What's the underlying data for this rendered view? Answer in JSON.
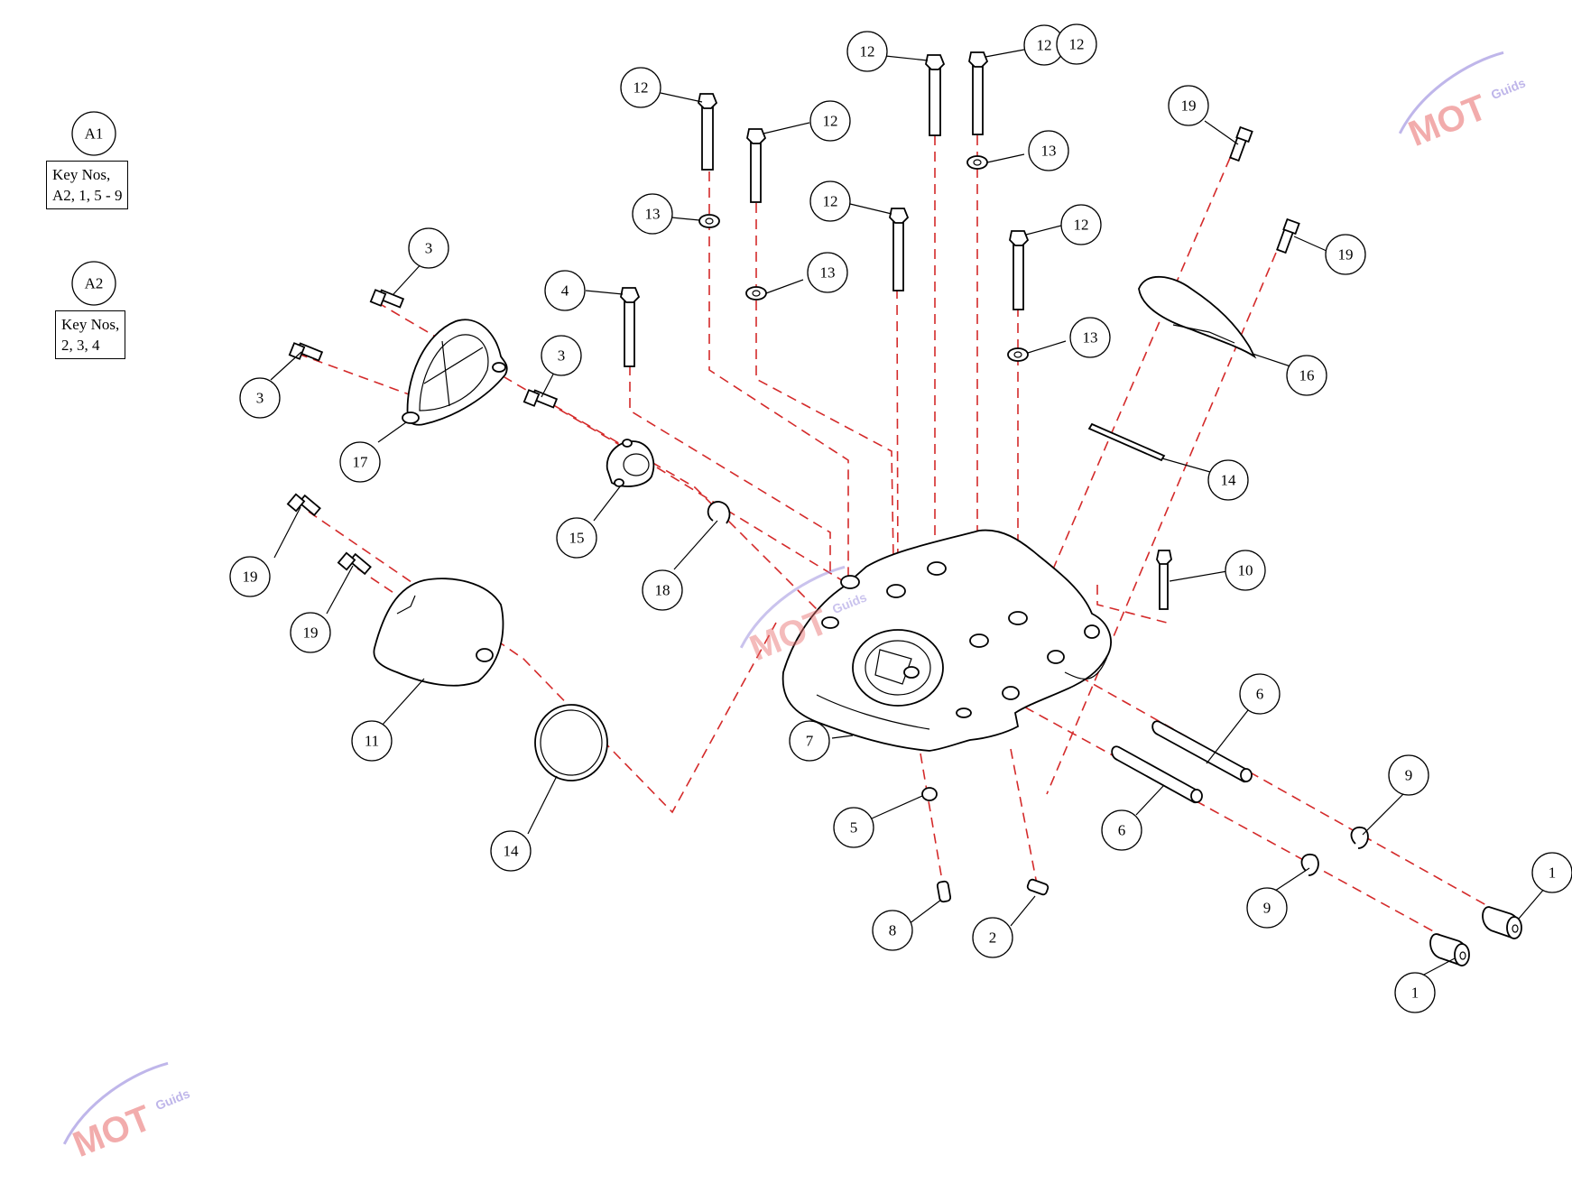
{
  "key_groups": [
    {
      "id": "A1",
      "lines": [
        "Key Nos,",
        "A2, 1, 5 - 9"
      ]
    },
    {
      "id": "A2",
      "lines": [
        "Key Nos,",
        "2, 3, 4"
      ]
    }
  ],
  "callouts": [
    {
      "label": "12"
    },
    {
      "label": "12"
    },
    {
      "label": "12"
    },
    {
      "label": "12"
    },
    {
      "label": "12"
    },
    {
      "label": "12"
    },
    {
      "label": "12"
    },
    {
      "label": "13"
    },
    {
      "label": "13"
    },
    {
      "label": "13"
    },
    {
      "label": "13"
    },
    {
      "label": "19"
    },
    {
      "label": "19"
    },
    {
      "label": "19"
    },
    {
      "label": "19"
    },
    {
      "label": "3"
    },
    {
      "label": "3"
    },
    {
      "label": "3"
    },
    {
      "label": "4"
    },
    {
      "label": "16"
    },
    {
      "label": "14"
    },
    {
      "label": "14"
    },
    {
      "label": "17"
    },
    {
      "label": "15"
    },
    {
      "label": "18"
    },
    {
      "label": "10"
    },
    {
      "label": "11"
    },
    {
      "label": "7"
    },
    {
      "label": "6"
    },
    {
      "label": "6"
    },
    {
      "label": "9"
    },
    {
      "label": "9"
    },
    {
      "label": "5"
    },
    {
      "label": "8"
    },
    {
      "label": "2"
    },
    {
      "label": "1"
    },
    {
      "label": "1"
    }
  ],
  "watermark": {
    "brand": "MOT",
    "sub": "Guids"
  },
  "colors": {
    "line": "#000000",
    "dash": "#d42a2a",
    "watermark_red": "#e86a6a",
    "watermark_purple": "#8a7ad8"
  }
}
